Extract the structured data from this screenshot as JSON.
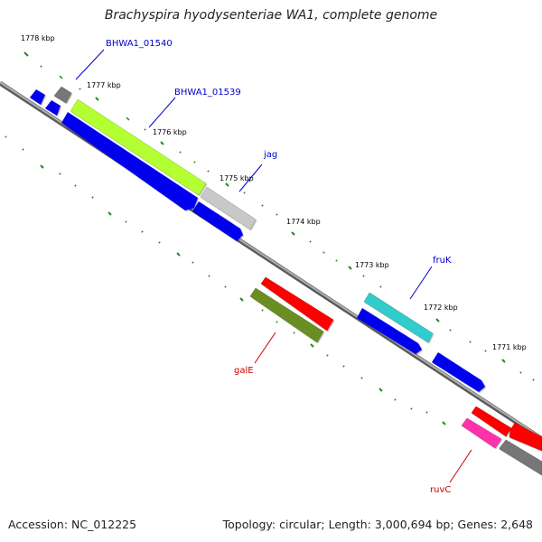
{
  "title": "Brachyspira hyodysenteriae WA1, complete genome",
  "footer": {
    "accession": "Accession: NC_012225",
    "topology": "Topology: circular; Length: 3,000,694 bp; Genes: 2,648"
  },
  "axis_labels": [
    "1778 kbp",
    "1777 kbp",
    "1776 kbp",
    "1775 kbp",
    "1774 kbp",
    "1773 kbp",
    "1772 kbp",
    "1771 kbp"
  ],
  "features": [
    {
      "name": "BHWA1_01540",
      "color": "#0000cc"
    },
    {
      "name": "BHWA1_01539",
      "color": "#0000cc"
    },
    {
      "name": "jag",
      "color": "#0000cc"
    },
    {
      "name": "fruK",
      "color": "#0000cc"
    },
    {
      "name": "galE",
      "color": "#cc0000"
    },
    {
      "name": "ruvC",
      "color": "#cc0000"
    }
  ],
  "colors": {
    "blue_gene": "#0000ee",
    "grey_gene": "#777777",
    "lightgrey_gene": "#c8c8c8",
    "lime_gene": "#b3ff33",
    "olive_gene": "#6b8e23",
    "red_gene": "#ff0000",
    "cyan_gene": "#33cccc",
    "magenta_gene": "#ff33aa",
    "darkgrey_gene": "#777777",
    "backbone": "#888888",
    "tick": "#228b22"
  }
}
